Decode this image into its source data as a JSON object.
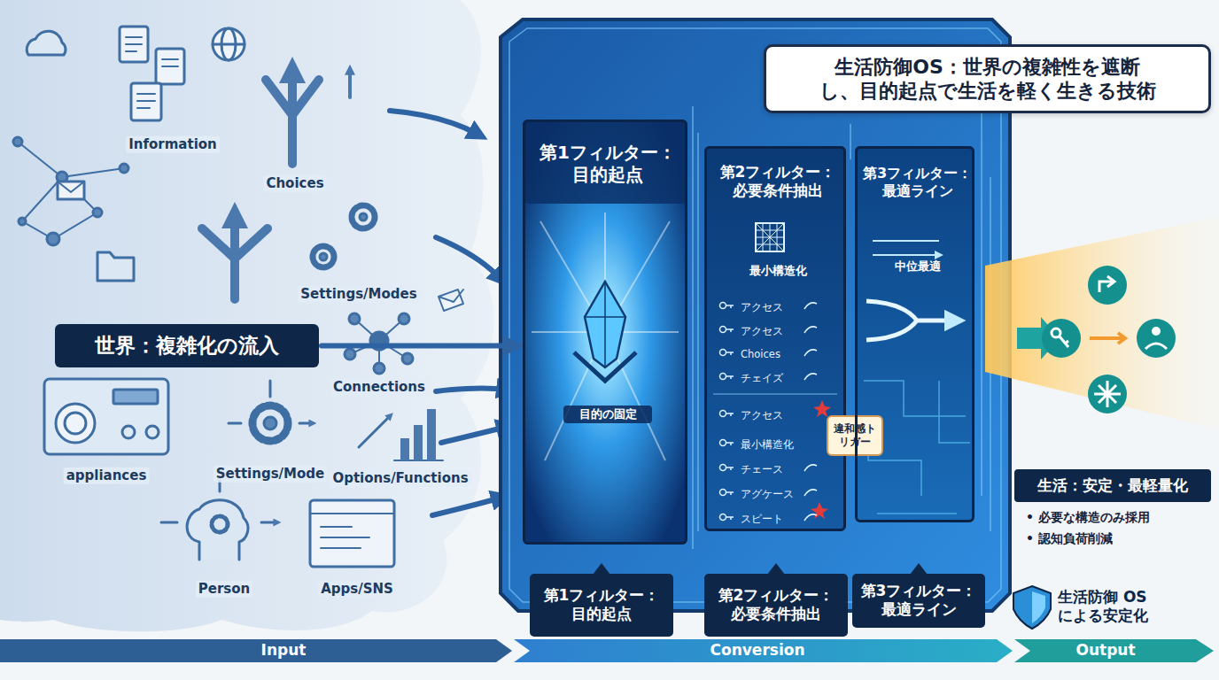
{
  "diagram": {
    "title": "生活防御OS：世界の複雑性を遮断し、目的起点で生活を軽く生きる技術",
    "nodes": [
      {
        "text": [
          "世界：複雑化の流入"
        ]
      },
      {
        "text": [
          "第1フィルター：目的起点",
          "目的の固定"
        ]
      },
      {
        "text": [
          "第2フィルター：必要条件抽出",
          "最小構造化",
          "アクセス",
          "アクセス",
          "Choices",
          "チェイズ",
          "アクセス",
          "最小構造化",
          "チェース",
          "アグケース",
          "スピート"
        ]
      },
      {
        "text": [
          "違和感トリガー"
        ],
        "in": 2
      },
      {
        "text": [
          "第3フィルター：最適ライン",
          "中位最適"
        ]
      },
      {
        "text": [
          "第1フィルター：目的起点"
        ]
      },
      {
        "text": [
          "第2フィルター：必要条件抽出"
        ]
      },
      {
        "text": [
          "第3フィルター：最適ライン"
        ]
      },
      {
        "text": [
          "生活：安定・最軽量化"
        ]
      }
    ],
    "edges": [
      {
        "from": 0,
        "to": 1,
        "arrow": "to"
      }
    ],
    "labels": [
      "Information",
      "Choices",
      "Settings/Modes",
      "Connections",
      "appliances",
      "Settings/Mode",
      "Options/Functions",
      "Person",
      "Apps/SNS",
      "• 必要な構造のみ採用",
      "• 認知負荷削減",
      "生活防御 OS による安定化",
      "Input",
      "Conversion",
      "Output"
    ]
  }
}
